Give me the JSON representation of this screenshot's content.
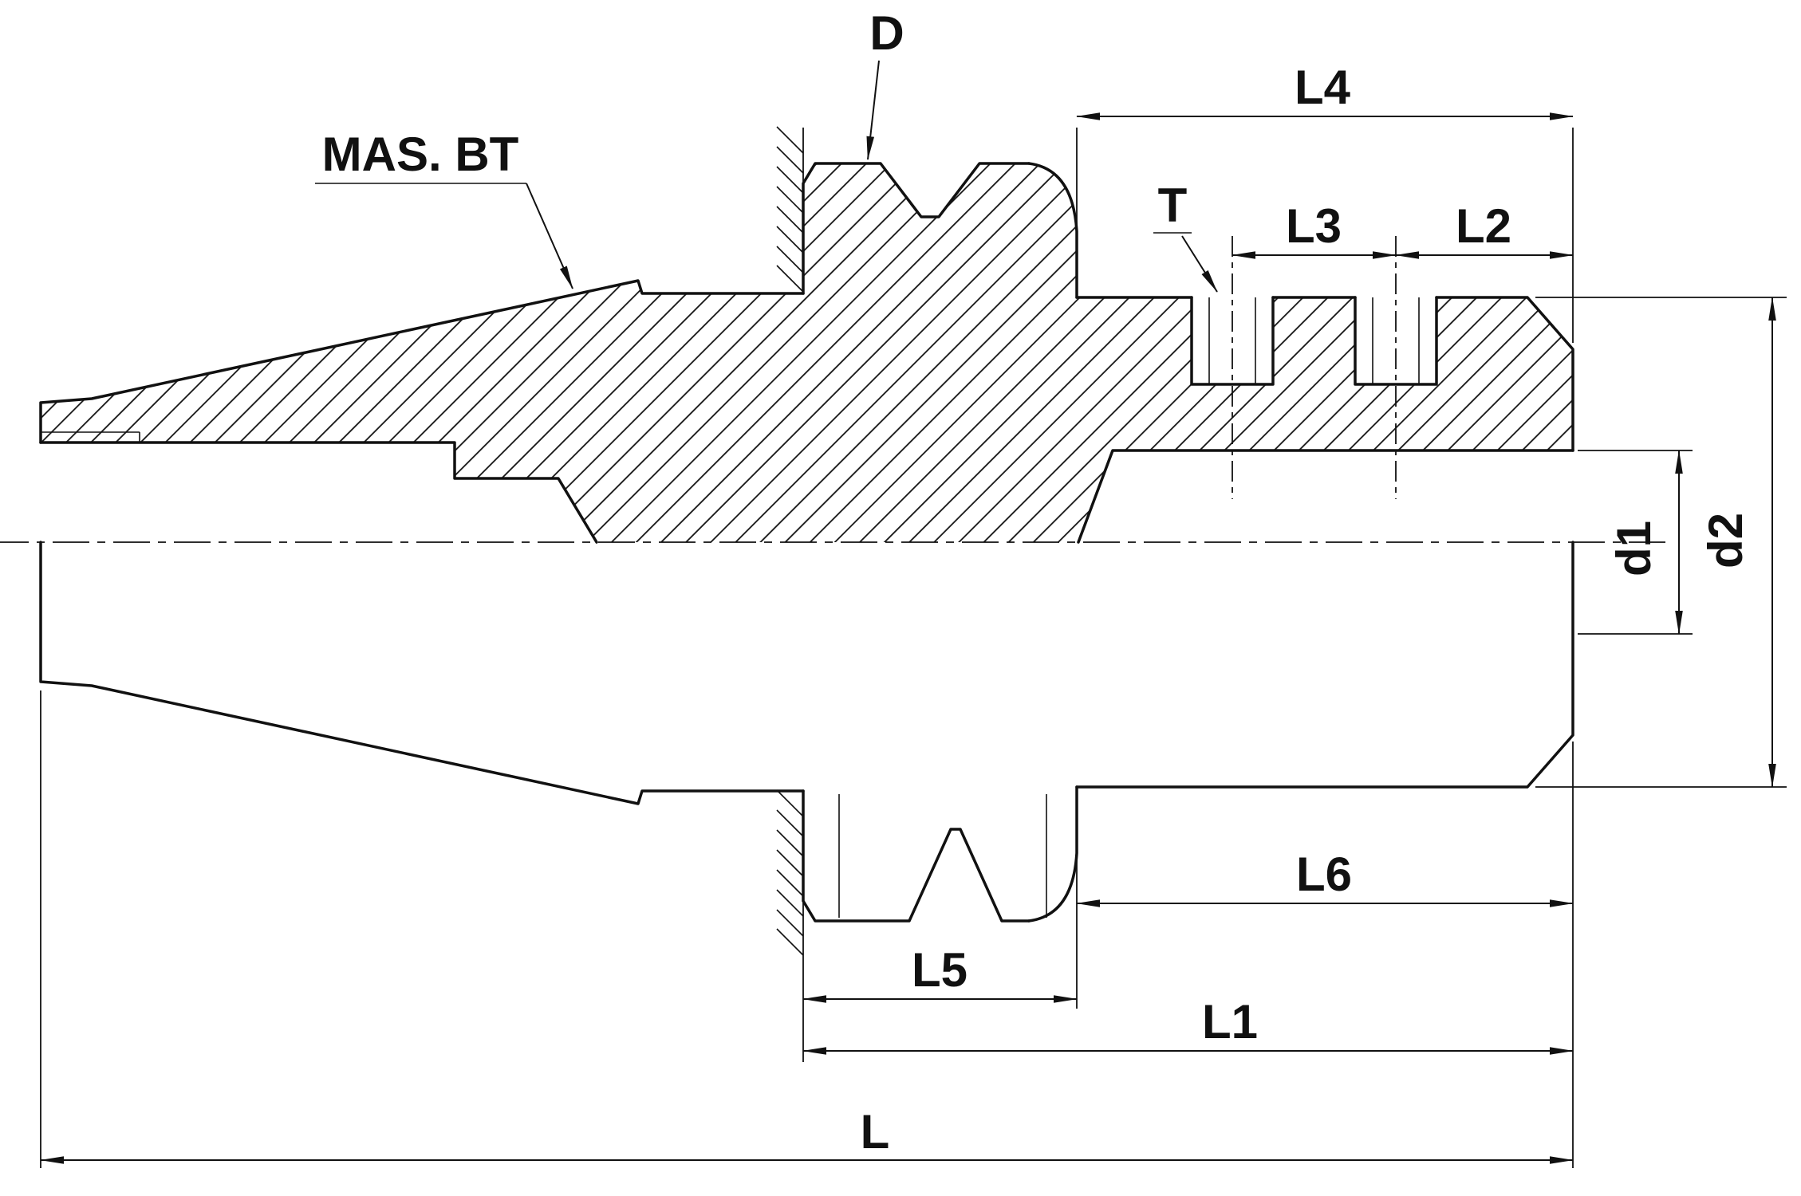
{
  "drawing": {
    "labels": {
      "series": "MAS. BT",
      "D": "D",
      "T": "T",
      "L4": "L4",
      "L3": "L3",
      "L2": "L2",
      "d1": "d1",
      "d2": "d2",
      "L5": "L5",
      "L6": "L6",
      "L1": "L1",
      "L": "L"
    },
    "colors": {
      "ink": "#111111",
      "background": "#ffffff"
    }
  }
}
